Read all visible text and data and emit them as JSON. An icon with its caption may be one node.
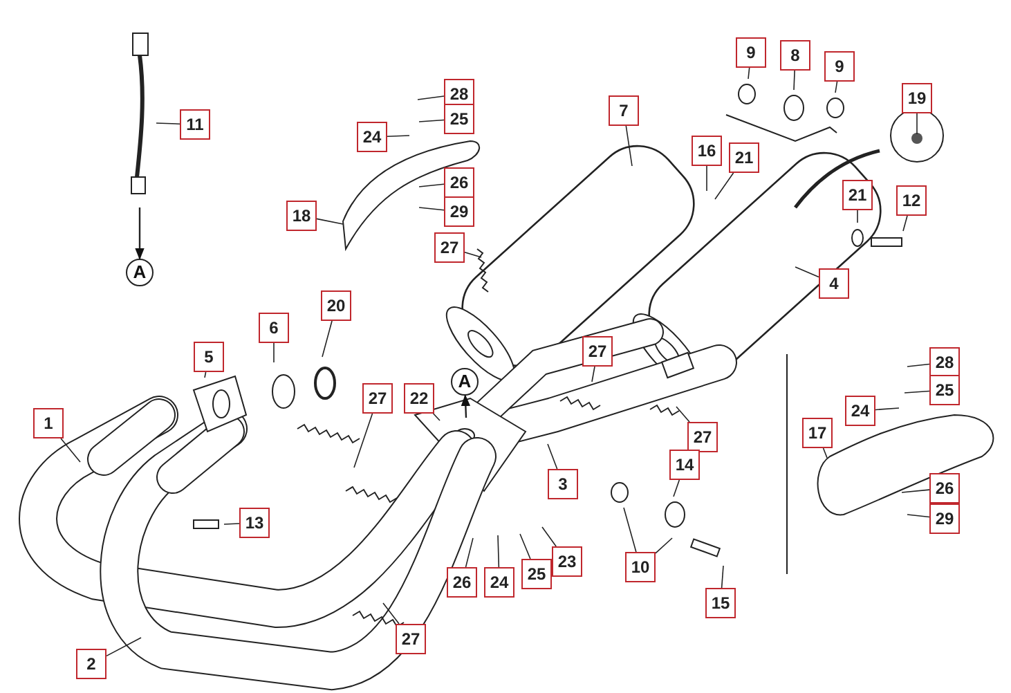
{
  "diagram": {
    "nodes": [
      {
        "text": [
          "9"
        ]
      },
      {
        "text": [
          "8"
        ]
      },
      {
        "text": [
          "9"
        ]
      },
      {
        "text": [
          "28"
        ]
      },
      {
        "text": [
          "19"
        ]
      },
      {
        "text": [
          "7"
        ]
      },
      {
        "text": [
          "25"
        ]
      },
      {
        "text": [
          "11"
        ]
      },
      {
        "text": [
          "24"
        ]
      },
      {
        "text": [
          "16"
        ]
      },
      {
        "text": [
          "21"
        ]
      },
      {
        "text": [
          "26"
        ]
      },
      {
        "text": [
          "29"
        ]
      },
      {
        "text": [
          "18"
        ]
      },
      {
        "text": [
          "21"
        ]
      },
      {
        "text": [
          "12"
        ]
      },
      {
        "text": [
          "27"
        ]
      },
      {
        "text": [
          "A"
        ]
      },
      {
        "text": [
          "4"
        ]
      },
      {
        "text": [
          "20"
        ]
      },
      {
        "text": [
          "6"
        ]
      },
      {
        "text": [
          "27"
        ]
      },
      {
        "text": [
          "5"
        ]
      },
      {
        "text": [
          "28"
        ]
      },
      {
        "text": [
          "A"
        ]
      },
      {
        "text": [
          "25"
        ]
      },
      {
        "text": [
          "27"
        ]
      },
      {
        "text": [
          "22"
        ]
      },
      {
        "text": [
          "24"
        ]
      },
      {
        "text": [
          "1"
        ]
      },
      {
        "text": [
          "17"
        ]
      },
      {
        "text": [
          "27"
        ]
      },
      {
        "text": [
          "14"
        ]
      },
      {
        "text": [
          "3"
        ]
      },
      {
        "text": [
          "26"
        ]
      },
      {
        "text": [
          "29"
        ]
      },
      {
        "text": [
          "13"
        ]
      },
      {
        "text": [
          "23"
        ]
      },
      {
        "text": [
          "10"
        ]
      },
      {
        "text": [
          "25"
        ]
      },
      {
        "text": [
          "26"
        ]
      },
      {
        "text": [
          "24"
        ]
      },
      {
        "text": [
          "15"
        ]
      },
      {
        "text": [
          "2"
        ]
      },
      {
        "text": [
          "27"
        ]
      }
    ],
    "edges": [
      {
        "from": 0,
        "to": null,
        "arrow": "none"
      },
      {
        "from": 1,
        "to": null,
        "arrow": "none"
      },
      {
        "from": 2,
        "to": null,
        "arrow": "none"
      },
      {
        "from": 3,
        "to": null,
        "arrow": "none"
      },
      {
        "from": 4,
        "to": null,
        "arrow": "none"
      },
      {
        "from": 5,
        "to": null,
        "arrow": "none"
      },
      {
        "from": 6,
        "to": null,
        "arrow": "none"
      },
      {
        "from": 7,
        "to": null,
        "arrow": "none"
      },
      {
        "from": 8,
        "to": null,
        "arrow": "none"
      },
      {
        "from": 9,
        "to": null,
        "arrow": "none"
      },
      {
        "from": 10,
        "to": null,
        "arrow": "none"
      },
      {
        "from": 11,
        "to": null,
        "arrow": "none"
      },
      {
        "from": 12,
        "to": null,
        "arrow": "none"
      },
      {
        "from": 13,
        "to": null,
        "arrow": "none"
      },
      {
        "from": 14,
        "to": null,
        "arrow": "none"
      },
      {
        "from": 15,
        "to": null,
        "arrow": "none"
      },
      {
        "from": 16,
        "to": null,
        "arrow": "none"
      },
      {
        "from": null,
        "to": 17,
        "arrow": "to"
      },
      {
        "from": 18,
        "to": null,
        "arrow": "none"
      },
      {
        "from": 19,
        "to": null,
        "arrow": "none"
      },
      {
        "from": 20,
        "to": null,
        "arrow": "none"
      },
      {
        "from": 21,
        "to": null,
        "arrow": "none"
      },
      {
        "from": 22,
        "to": null,
        "arrow": "none"
      },
      {
        "from": 23,
        "to": null,
        "arrow": "none"
      },
      {
        "from": null,
        "to": 24,
        "arrow": "to"
      },
      {
        "from": 25,
        "to": null,
        "arrow": "none"
      },
      {
        "from": 26,
        "to": null,
        "arrow": "none"
      },
      {
        "from": 27,
        "to": null,
        "arrow": "none"
      },
      {
        "from": 28,
        "to": null,
        "arrow": "none"
      },
      {
        "from": 29,
        "to": null,
        "arrow": "none"
      },
      {
        "from": 30,
        "to": null,
        "arrow": "none"
      },
      {
        "from": 31,
        "to": null,
        "arrow": "none"
      },
      {
        "from": 32,
        "to": null,
        "arrow": "none"
      },
      {
        "from": 33,
        "to": null,
        "arrow": "none"
      },
      {
        "from": 34,
        "to": null,
        "arrow": "none"
      },
      {
        "from": 35,
        "to": null,
        "arrow": "none"
      },
      {
        "from": 36,
        "to": null,
        "arrow": "none"
      },
      {
        "from": 37,
        "to": null,
        "arrow": "none"
      },
      {
        "from": 38,
        "to": null,
        "arrow": "none"
      },
      {
        "from": 38,
        "to": null,
        "arrow": "none"
      },
      {
        "from": 39,
        "to": null,
        "arrow": "none"
      },
      {
        "from": 40,
        "to": null,
        "arrow": "none"
      },
      {
        "from": 41,
        "to": null,
        "arrow": "none"
      },
      {
        "from": 42,
        "to": null,
        "arrow": "none"
      },
      {
        "from": 43,
        "to": null,
        "arrow": "none"
      },
      {
        "from": 44,
        "to": null,
        "arrow": "none"
      }
    ]
  }
}
